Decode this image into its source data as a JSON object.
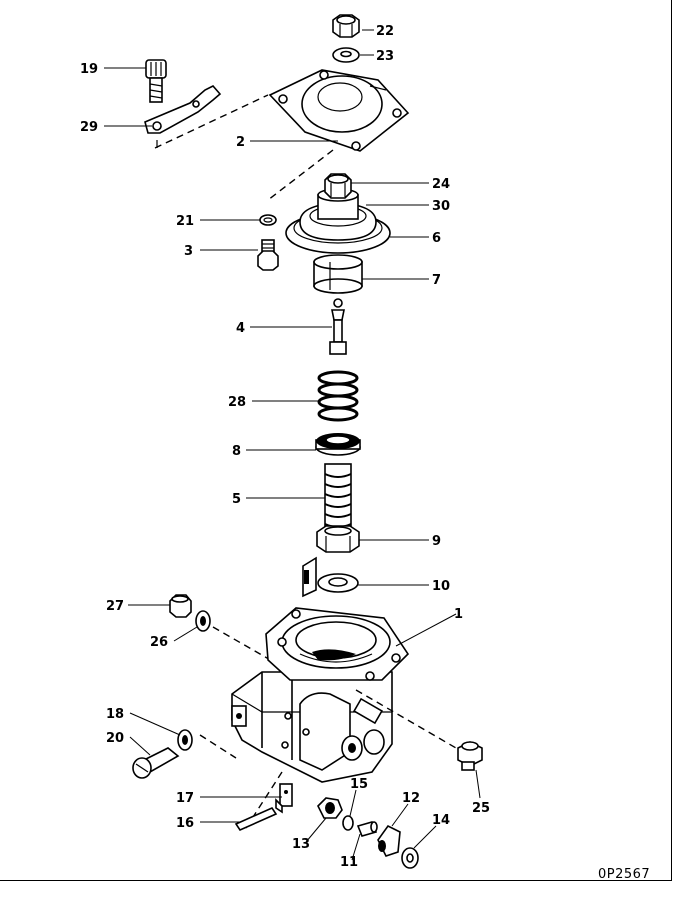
{
  "diagram": {
    "drawing_code": "0P2567",
    "parts": [
      {
        "num": "1"
      },
      {
        "num": "2"
      },
      {
        "num": "3"
      },
      {
        "num": "4"
      },
      {
        "num": "5"
      },
      {
        "num": "6"
      },
      {
        "num": "7"
      },
      {
        "num": "8"
      },
      {
        "num": "9"
      },
      {
        "num": "10"
      },
      {
        "num": "11"
      },
      {
        "num": "12"
      },
      {
        "num": "13"
      },
      {
        "num": "14"
      },
      {
        "num": "15"
      },
      {
        "num": "16"
      },
      {
        "num": "17"
      },
      {
        "num": "18"
      },
      {
        "num": "19"
      },
      {
        "num": "20"
      },
      {
        "num": "21"
      },
      {
        "num": "22"
      },
      {
        "num": "23"
      },
      {
        "num": "24"
      },
      {
        "num": "25"
      },
      {
        "num": "26"
      },
      {
        "num": "27"
      },
      {
        "num": "28"
      },
      {
        "num": "29"
      },
      {
        "num": "30"
      }
    ]
  }
}
